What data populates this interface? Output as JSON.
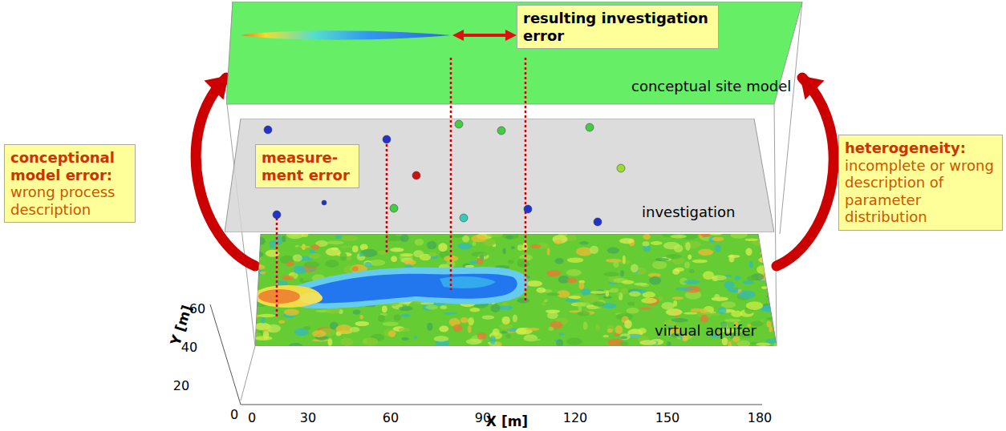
{
  "diagram": {
    "nodes": [
      {
        "text": [
          "conceptual site model"
        ]
      },
      {
        "text": [
          "resulting investigation error"
        ],
        "in": 0
      },
      {
        "text": [
          "investigation"
        ]
      },
      {
        "text": [
          "measure-ment error"
        ],
        "in": 2
      },
      {
        "text": [
          "virtual aquifer"
        ]
      },
      {
        "text": [
          "conceptional model error:",
          "wrong process description"
        ]
      },
      {
        "text": [
          "heterogeneity:",
          "incomplete or wrong description of parameter distribution"
        ]
      }
    ],
    "edges": [
      {
        "from": 4,
        "to": 0,
        "arrow": "to"
      },
      {
        "from": 4,
        "to": 0,
        "arrow": "to"
      }
    ],
    "labels": [
      "Y [m]",
      "60",
      "40",
      "20",
      "0",
      "0",
      "30",
      "60",
      "90",
      "120",
      "150",
      "180",
      "X [m]"
    ]
  }
}
